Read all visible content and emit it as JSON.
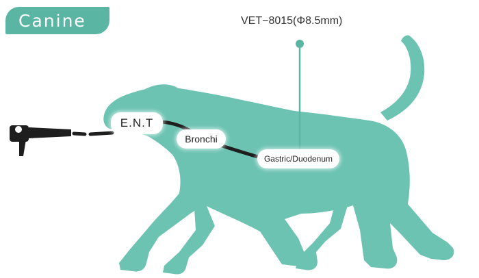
{
  "header": {
    "title": "Canine"
  },
  "scope": {
    "model": "VET−8015(Φ8.5mm)"
  },
  "regions": [
    {
      "label": "E.N.T"
    },
    {
      "label": "Bronchi"
    },
    {
      "label": "Gastric/Duodenum"
    }
  ],
  "colors": {
    "accent": "#5bb5a3",
    "body": "#6cc3b2",
    "scope_line": "#1e1e1e",
    "text": "#333333"
  }
}
